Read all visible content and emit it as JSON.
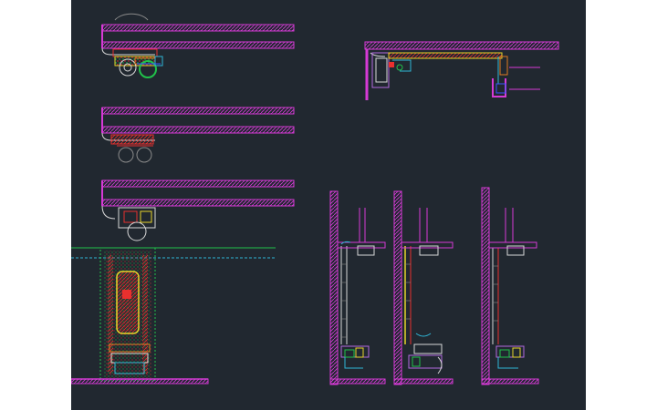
{
  "drawing": {
    "background_color": "#212830",
    "colors": {
      "magenta": "#d63ad6",
      "violet": "#b26ae0",
      "red": "#e8302e",
      "green": "#21c24a",
      "cyan": "#2fb6d6",
      "yellow": "#e6d42a",
      "orange": "#e07a20",
      "blue": "#3a52ff",
      "white": "#d8d8d8",
      "grey": "#8a8a8a"
    },
    "details": [
      {
        "name": "section-detail-1",
        "count": 1
      },
      {
        "name": "section-detail-2",
        "count": 1
      },
      {
        "name": "section-detail-3-with-drawer",
        "count": 1
      },
      {
        "name": "plan-detail-top-right",
        "count": 1
      },
      {
        "name": "wall-elevation",
        "count": 3
      }
    ]
  }
}
